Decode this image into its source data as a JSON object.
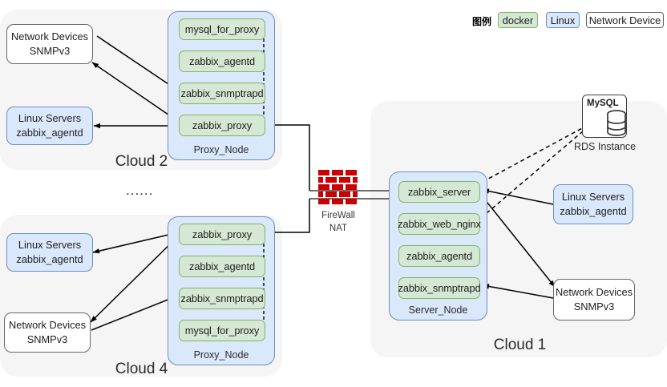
{
  "legend": {
    "title": "图例",
    "items": [
      {
        "label": "docker",
        "kind": "docker"
      },
      {
        "label": "Linux",
        "kind": "linux"
      },
      {
        "label": "Network Device",
        "kind": "network"
      }
    ]
  },
  "separator": {
    "dots": "......"
  },
  "firewall": {
    "line1": "FireWall",
    "line2": "NAT",
    "icon": "brick-wall-icon",
    "brick_color": "#cc0000"
  },
  "clouds": [
    {
      "id": "cloud2",
      "label": "Cloud 2",
      "node": {
        "label": "Proxy_Node",
        "services": [
          "mysql_for_proxy",
          "zabbix_agentd",
          "zabbix_snmptrapd",
          "zabbix_proxy"
        ]
      },
      "endpoints": [
        {
          "kind": "network",
          "line1": "Network Devices",
          "line2": "SNMPv3"
        },
        {
          "kind": "linux",
          "line1": "Linux Servers",
          "line2": "zabbix_agentd"
        }
      ]
    },
    {
      "id": "cloud4",
      "label": "Cloud 4",
      "node": {
        "label": "Proxy_Node",
        "services": [
          "zabbix_proxy",
          "zabbix_agentd",
          "zabbix_snmptrapd",
          "mysql_for_proxy"
        ]
      },
      "endpoints": [
        {
          "kind": "linux",
          "line1": "Linux Servers",
          "line2": "zabbix_agentd"
        },
        {
          "kind": "network",
          "line1": "Network Devices",
          "line2": "SNMPv3"
        }
      ]
    },
    {
      "id": "cloud1",
      "label": "Cloud 1",
      "node": {
        "label": "Server_Node",
        "services": [
          "zabbix_server",
          "zabbix_web_nginx",
          "zabbix_agentd",
          "zabbix_snmptrapd"
        ]
      },
      "endpoints": [
        {
          "kind": "linux",
          "line1": "Linux Servers",
          "line2": "zabbix_agentd"
        },
        {
          "kind": "network",
          "line1": "Network Devices",
          "line2": "SNMPv3"
        }
      ],
      "database": {
        "title": "MySQL",
        "caption": "RDS Instance"
      }
    }
  ],
  "colors": {
    "docker_fill": "#d5e8d4",
    "docker_stroke": "#82b366",
    "linux_fill": "#dae8fc",
    "linux_stroke": "#6c8ebf",
    "network_fill": "#ffffff",
    "network_stroke": "#666666",
    "cloud_fill": "#f5f5f5",
    "edge": "#000000"
  }
}
